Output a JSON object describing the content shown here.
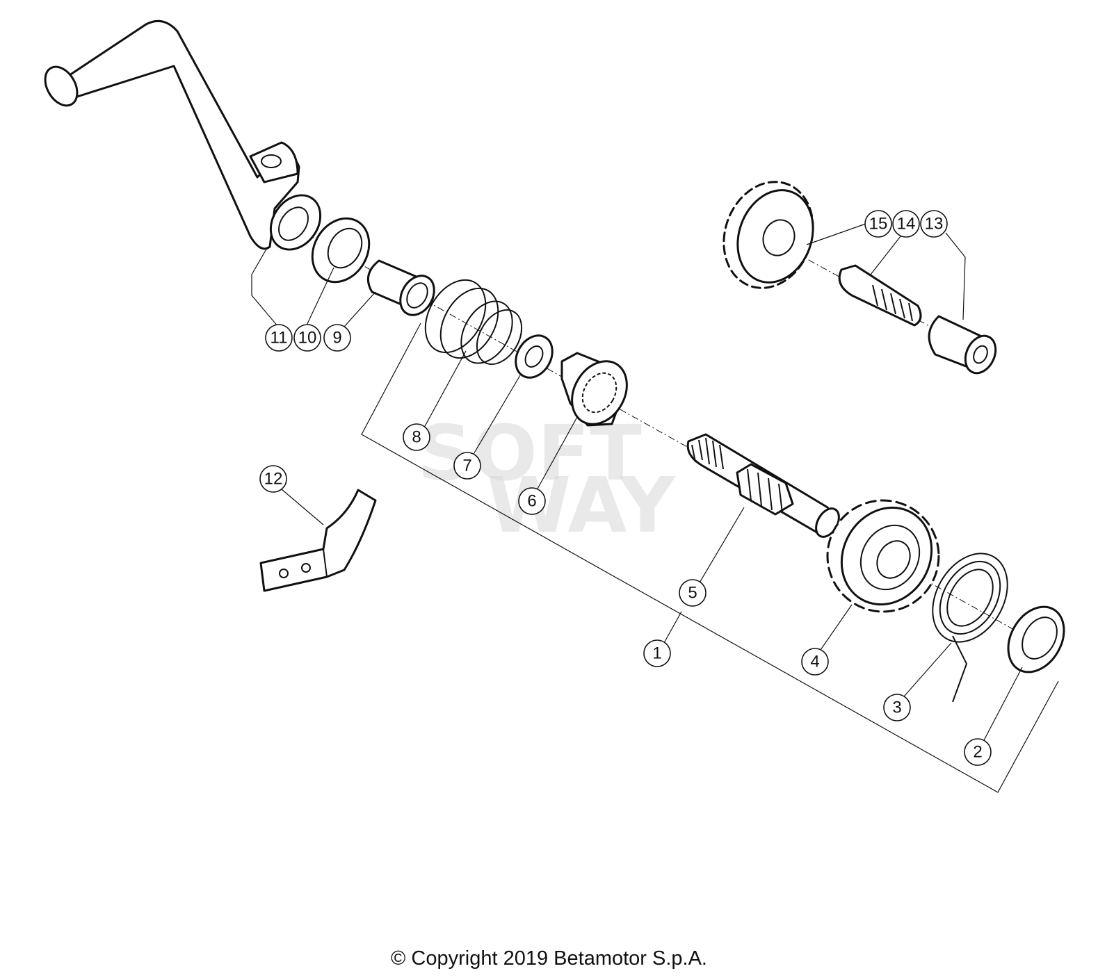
{
  "watermark": {
    "line1": "SOFT",
    "line2": "WAY"
  },
  "callouts": {
    "c1": "1",
    "c2": "2",
    "c3": "3",
    "c4": "4",
    "c5": "5",
    "c6": "6",
    "c7": "7",
    "c8": "8",
    "c9": "9",
    "c10": "10",
    "c11": "11",
    "c12": "12",
    "c13": "13",
    "c14": "14",
    "c15": "15"
  },
  "footer": {
    "copyright": "© Copyright 2019 Betamotor S.p.A."
  }
}
